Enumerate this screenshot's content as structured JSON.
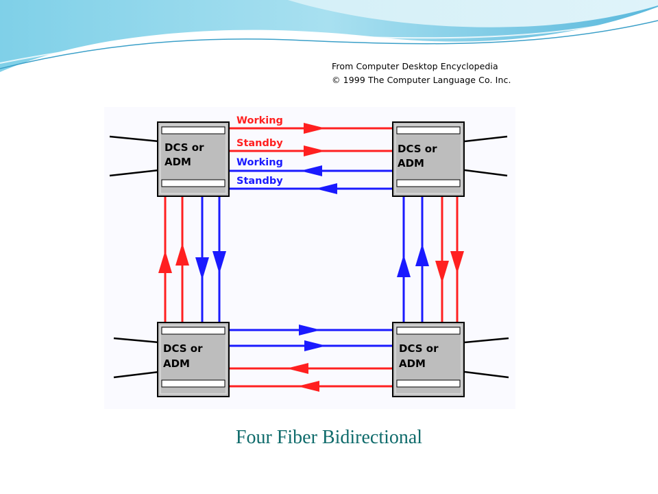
{
  "credit": {
    "line1": "From Computer Desktop Encyclopedia",
    "line2": "© 1999 The Computer Language Co. Inc."
  },
  "nodes": [
    {
      "line1": "DCS or",
      "line2": "ADM"
    },
    {
      "line1": "DCS or",
      "line2": "ADM"
    },
    {
      "line1": "DCS or",
      "line2": "ADM"
    },
    {
      "line1": "DCS or",
      "line2": "ADM"
    }
  ],
  "fibers": [
    {
      "label": "Working",
      "color": "#ff2020"
    },
    {
      "label": "Standby",
      "color": "#ff2020"
    },
    {
      "label": "Working",
      "color": "#1a1aff"
    },
    {
      "label": "Standby",
      "color": "#1a1aff"
    }
  ],
  "caption": "Four Fiber Bidirectional",
  "colors": {
    "working_red": "#ff2020",
    "working_blue": "#1a1aff",
    "node_fill": "#bdbdbd",
    "caption": "#0f6b6b"
  }
}
